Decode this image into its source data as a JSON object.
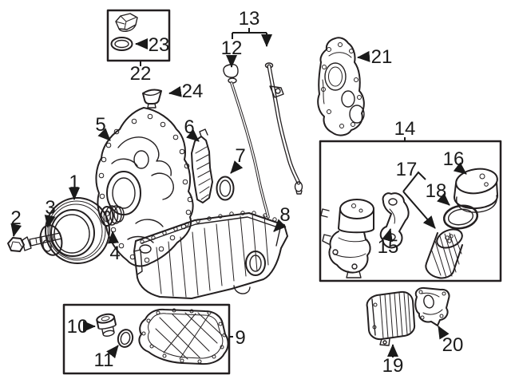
{
  "diagram": {
    "type": "exploded-parts-diagram",
    "subject": "engine-oil-system-and-front-cover",
    "background_color": "#ffffff",
    "line_color": "#231f20",
    "callouts": [
      {
        "label": "1"
      },
      {
        "label": "2"
      },
      {
        "label": "3"
      },
      {
        "label": "4"
      },
      {
        "label": "5"
      },
      {
        "label": "6"
      },
      {
        "label": "7"
      },
      {
        "label": "8"
      },
      {
        "label": "9"
      },
      {
        "label": "10"
      },
      {
        "label": "11"
      },
      {
        "label": "12"
      },
      {
        "label": "13"
      },
      {
        "label": "14"
      },
      {
        "label": "15"
      },
      {
        "label": "16"
      },
      {
        "label": "17"
      },
      {
        "label": "18"
      },
      {
        "label": "19"
      },
      {
        "label": "20"
      },
      {
        "label": "21"
      },
      {
        "label": "22"
      },
      {
        "label": "23"
      },
      {
        "label": "24"
      }
    ],
    "boxed_groups": [
      {
        "label": "22",
        "contains_labels": [
          "23"
        ]
      },
      {
        "label": "14",
        "contains_labels": [
          "15",
          "16",
          "17",
          "18"
        ]
      },
      {
        "label": "9",
        "contains_labels": [
          "10",
          "11"
        ]
      }
    ]
  }
}
